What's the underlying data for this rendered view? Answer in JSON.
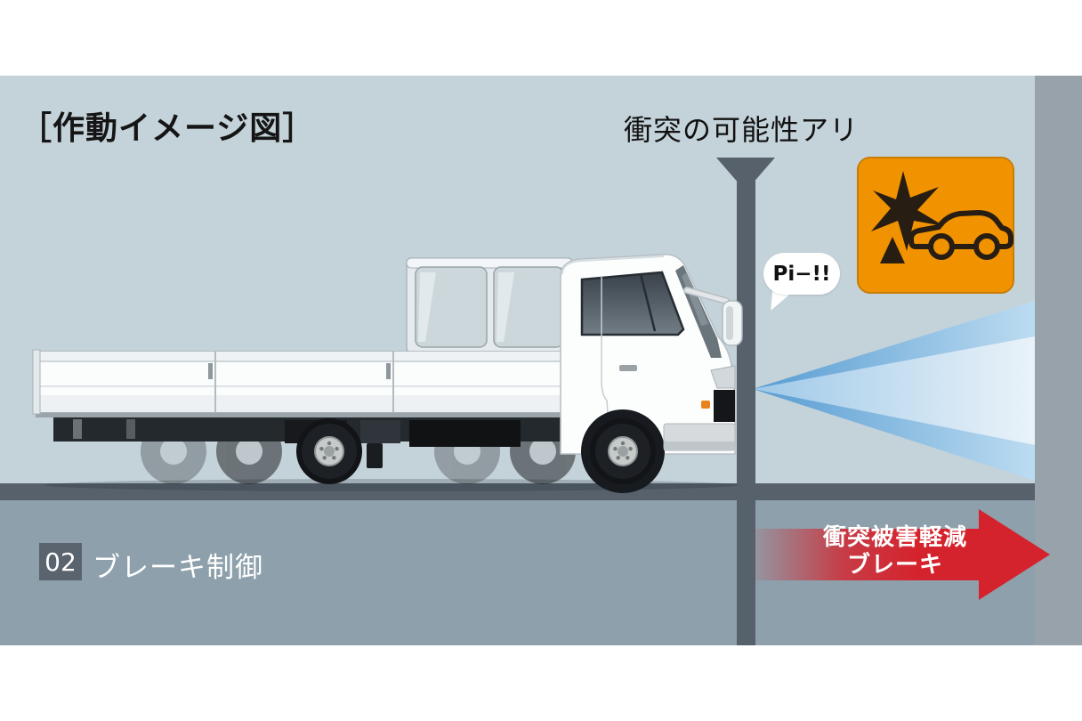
{
  "scene": {
    "title": "［作動イメージ図］",
    "collision_warning_text": "衝突の可能性アリ",
    "alert_bubble_text": "Pi−!!",
    "step": {
      "number": "02",
      "label": "ブレーキ制御"
    },
    "arrow": {
      "line1": "衝突被害軽減",
      "line2": "ブレーキ"
    },
    "icons": {
      "warning_lamp": "collision-warning-lamp-icon",
      "sensor": "sensor-cone"
    },
    "colors": {
      "background": "#c4d2d9",
      "band_bottom": "#8da0ab",
      "band_right": "#97a2ab",
      "road": "#57616c",
      "pole": "#57616c",
      "arrow_red": "#d5232d",
      "lamp_orange": "#f19300",
      "lamp_glyph": "#271d12",
      "sensor_blue": "#5b9fd2"
    }
  }
}
